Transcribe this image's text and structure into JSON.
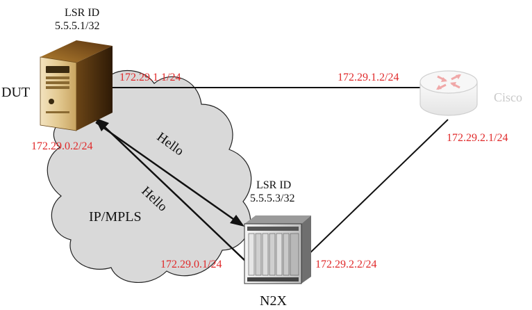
{
  "dut": {
    "lsr_title": "LSR ID",
    "lsr_id": "5.5.5.1/32",
    "name": "DUT",
    "ip_top": "172.29.1.1/24",
    "ip_bottom": "172.29.0.2/24"
  },
  "cisco": {
    "name": "Cisco",
    "ip_left": "172.29.1.2/24",
    "ip_bottom": "172.29.2.1/24"
  },
  "n2x": {
    "lsr_title": "LSR ID",
    "lsr_id": "5.5.5.3/32",
    "name": "N2X",
    "ip_left": "172.29.0.1/24",
    "ip_right": "172.29.2.2/24"
  },
  "cloud": {
    "label": "IP/MPLS"
  },
  "hello": {
    "upper": "Hello",
    "lower": "Hello"
  },
  "colors": {
    "ip_label": "#e0292a",
    "cloud_fill": "#d9d9d9",
    "router": "#f2f2f2",
    "router_arrows": "#f0a8a8"
  }
}
